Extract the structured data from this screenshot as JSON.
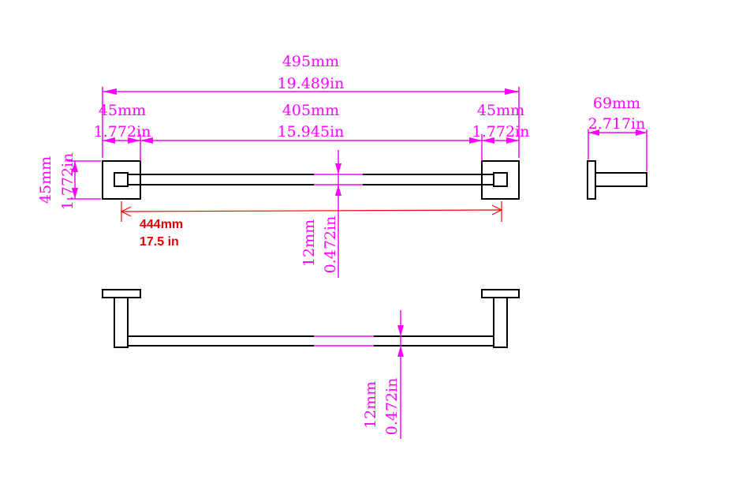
{
  "colors": {
    "dimension": "#ff00ff",
    "highlight": "#e00000",
    "outline": "#000000"
  },
  "top_view": {
    "overall": {
      "mm": "495mm",
      "in": "19.489in"
    },
    "left_bracket": {
      "mm": "45mm",
      "in": "1.772in"
    },
    "bar_length": {
      "mm": "405mm",
      "in": "15.945in"
    },
    "right_bracket": {
      "mm": "45mm",
      "in": "1.772in"
    },
    "bracket_height": {
      "mm": "45mm",
      "in": "1.772in"
    },
    "bar_diameter": {
      "mm": "12mm",
      "in": "0.472in"
    },
    "center_to_center": {
      "mm": "444mm",
      "in": "17.5 in"
    }
  },
  "side_view": {
    "projection": {
      "mm": "69mm",
      "in": "2.717in"
    }
  },
  "front_view": {
    "bar_diameter": {
      "mm": "12mm",
      "in": "0.472in"
    }
  }
}
